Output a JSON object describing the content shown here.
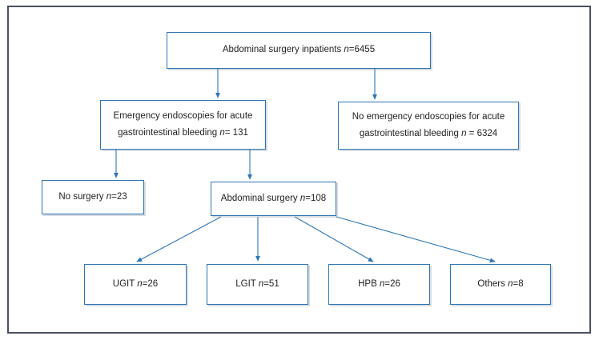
{
  "figure": {
    "type": "flowchart",
    "colors": {
      "box_border": "#2e75b6",
      "arrow": "#2e75b6",
      "frame": "#4a5160",
      "box_fill": "#ffffff",
      "text": "#1f1f1f"
    },
    "nodes": {
      "top": {
        "pre": "Abdominal surgery inpatients ",
        "n": "n",
        "post": "=6455"
      },
      "endoscopy": {
        "pre": "Emergency endoscopies for acute gastrointestinal bleeding ",
        "n": "n",
        "post": "= 131"
      },
      "no_endoscopy": {
        "pre": "No emergency endoscopies for acute gastrointestinal bleeding ",
        "n": "n",
        "post": " = 6324"
      },
      "no_surgery": {
        "pre": "No surgery ",
        "n": "n",
        "post": "=23"
      },
      "abdominal_surgery": {
        "pre": "Abdominal surgery ",
        "n": "n",
        "post": "=108"
      },
      "ugit": {
        "pre": "UGIT ",
        "n": "n",
        "post": "=26"
      },
      "lgit": {
        "pre": "LGIT ",
        "n": "n",
        "post": "=51"
      },
      "hpb": {
        "pre": "HPB ",
        "n": "n",
        "post": "=26"
      },
      "others": {
        "pre": "Others ",
        "n": "n",
        "post": "=8"
      }
    },
    "edges": [
      {
        "from": "top",
        "to": "endoscopy"
      },
      {
        "from": "top",
        "to": "no_endoscopy"
      },
      {
        "from": "endoscopy",
        "to": "no_surgery"
      },
      {
        "from": "endoscopy",
        "to": "abdominal_surgery"
      },
      {
        "from": "abdominal_surgery",
        "to": "ugit"
      },
      {
        "from": "abdominal_surgery",
        "to": "lgit"
      },
      {
        "from": "abdominal_surgery",
        "to": "hpb"
      },
      {
        "from": "abdominal_surgery",
        "to": "others"
      }
    ]
  }
}
